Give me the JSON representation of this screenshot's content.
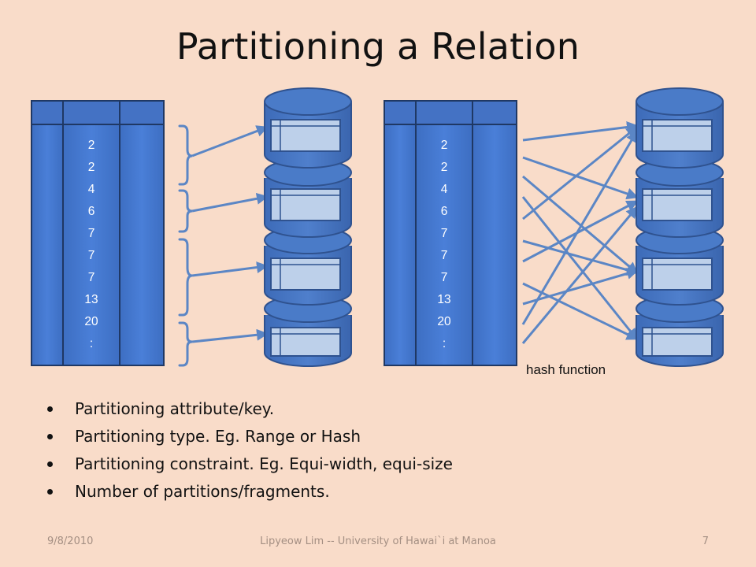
{
  "title": "Partitioning a Relation",
  "relation_left": {
    "values": [
      "2",
      "2",
      "4",
      "6",
      "7",
      "7",
      "7",
      "13",
      "20",
      ":"
    ]
  },
  "relation_right": {
    "values": [
      "2",
      "2",
      "4",
      "6",
      "7",
      "7",
      "7",
      "13",
      "20",
      ":"
    ]
  },
  "hash_label": "hash function",
  "bullets": [
    "Partitioning attribute/key.",
    "Partitioning type. Eg. Range or Hash",
    "Partitioning constraint. Eg. Equi-width, equi-size",
    "Number of partitions/fragments."
  ],
  "footer": {
    "date": "9/8/2010",
    "author": "Lipyeow Lim -- University of Hawai`i at Manoa",
    "page": "7"
  },
  "colors": {
    "background": "#f9dcc9",
    "table_fill": "#4472c4",
    "table_border": "#2f528f",
    "arrow": "#5b86c5",
    "record_fill": "#bdd0ea"
  }
}
